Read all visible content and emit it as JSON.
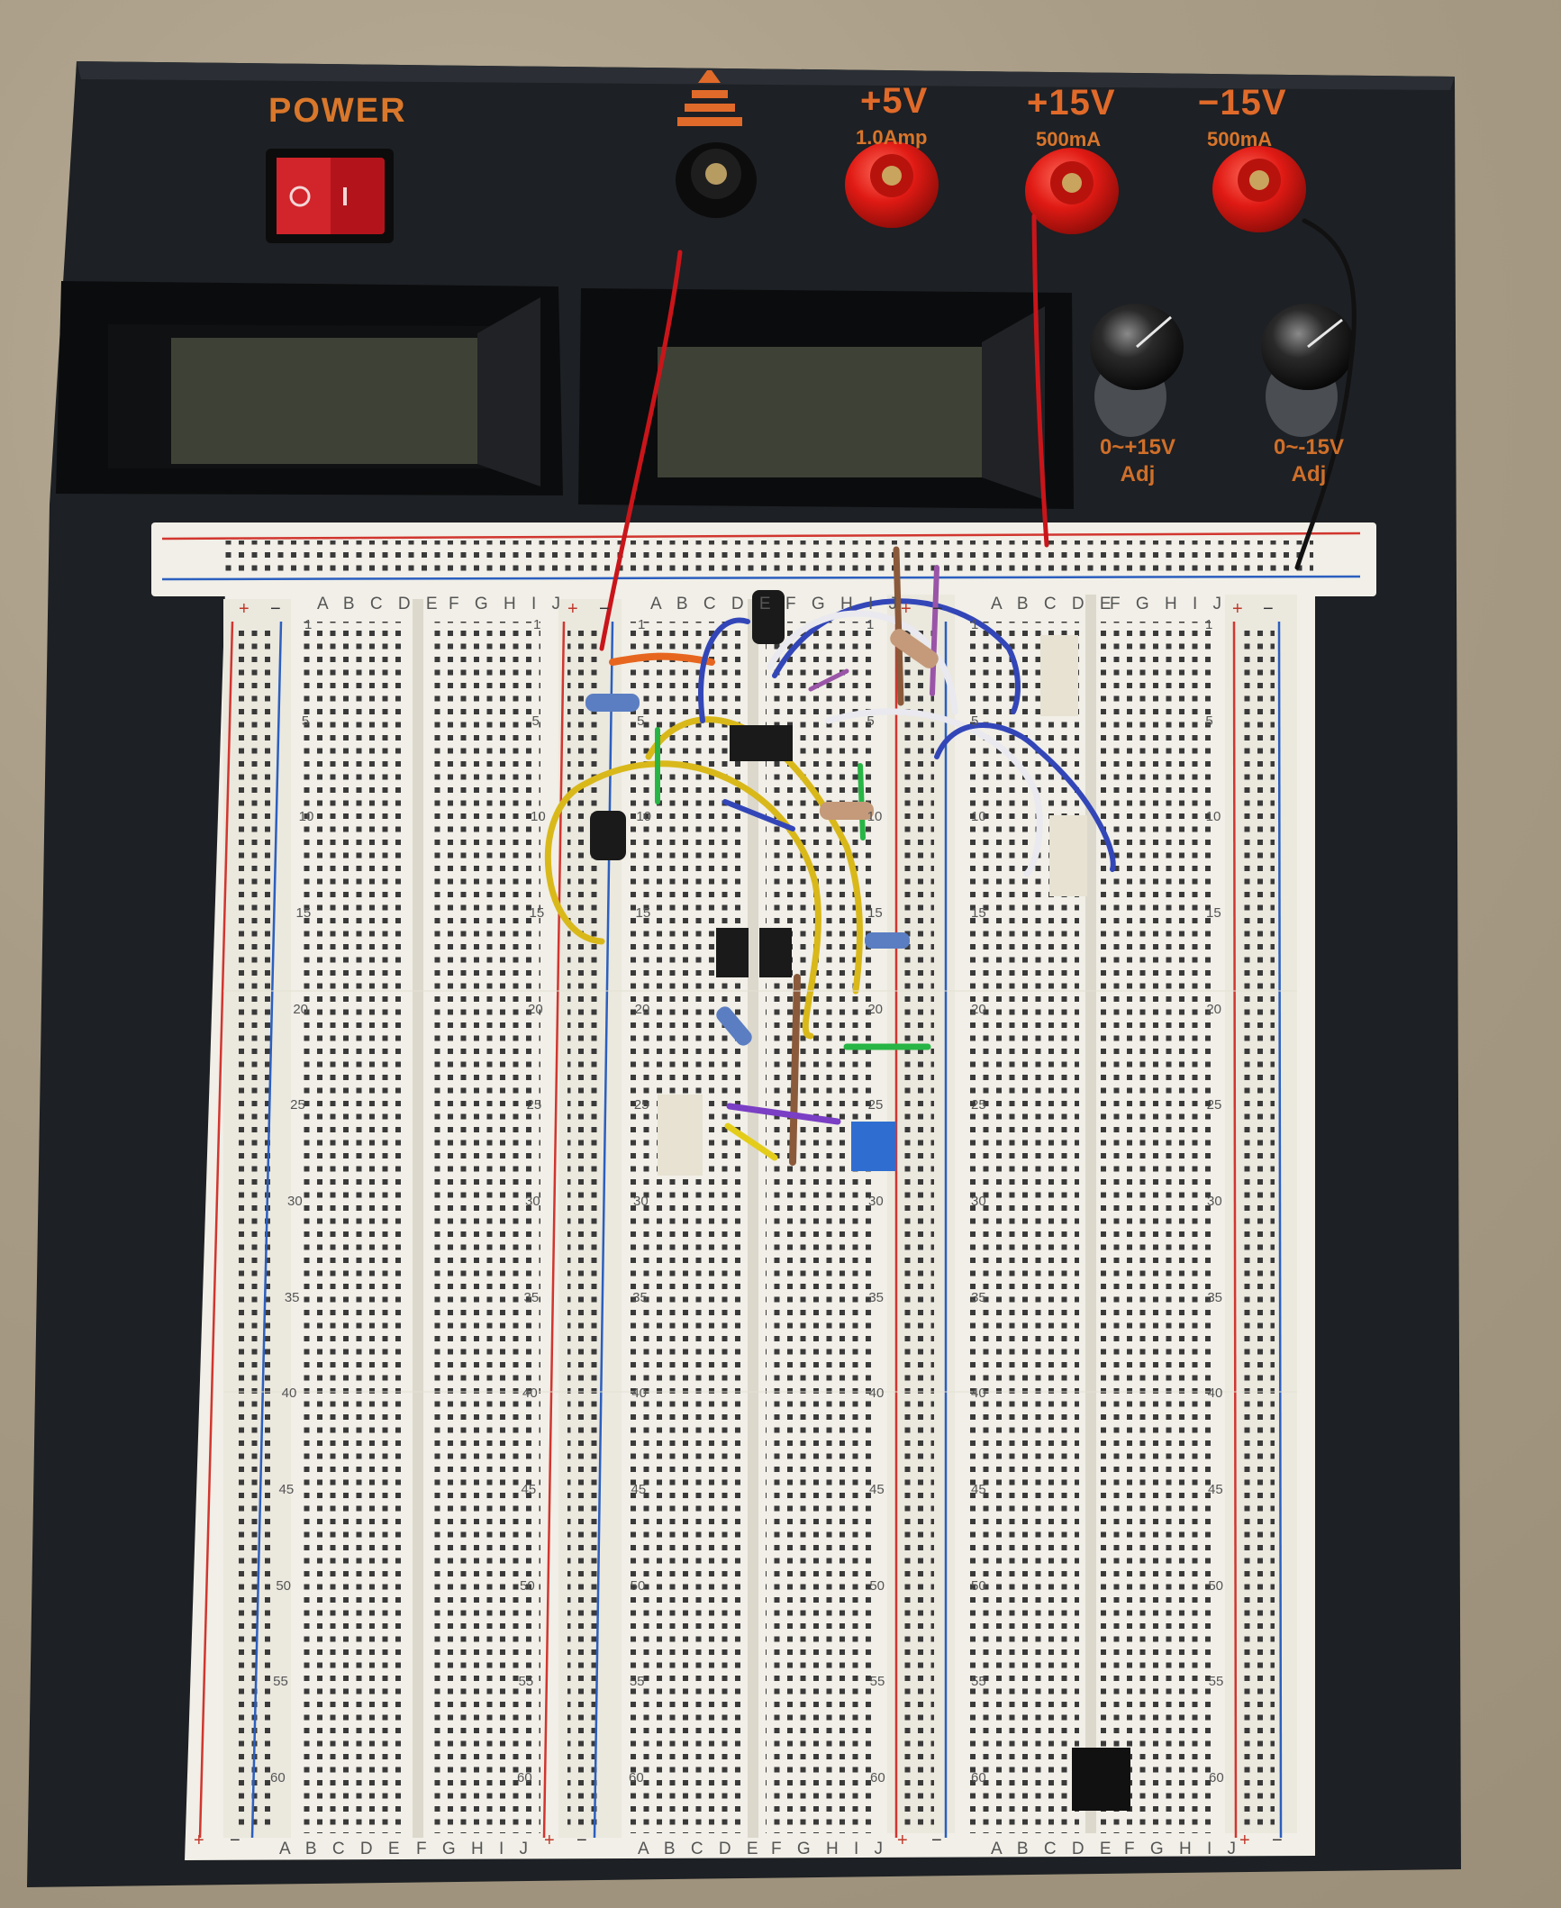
{
  "header": {
    "power": "POWER",
    "v5": "+5V",
    "v5_sub": "1.0Amp",
    "v15p": "+15V",
    "v15p_sub": "500mA",
    "v15n": "−15V",
    "v15n_sub": "500mA",
    "adj_pos_range": "0~+15V",
    "adj_neg_range": "0~-15V",
    "adj_word": "Adj"
  },
  "board": {
    "columns_left": "A B C D E",
    "columns_right": "F G H I J",
    "row_numbers": [
      "1",
      "5",
      "10",
      "15",
      "20",
      "25",
      "30",
      "35",
      "40",
      "45",
      "50",
      "55",
      "60"
    ],
    "rail_plus": "+",
    "rail_minus": "−"
  },
  "colors": {
    "case": "#1d2024",
    "breadboard": "#f1efe7",
    "rail_red": "#d1362f",
    "rail_blue": "#2b5fbf",
    "binding_red": "#e01a14",
    "binding_black": "#111111",
    "lcd": "#3e4236",
    "orange_text": "#d9772b"
  }
}
